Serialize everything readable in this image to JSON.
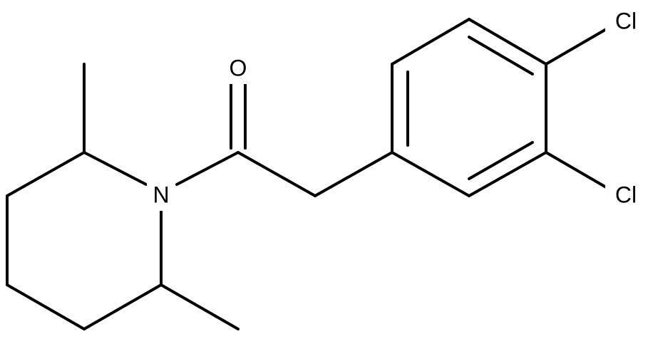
{
  "molecule": {
    "atoms": {
      "oxygen": "O",
      "nitrogen": "N",
      "chlorine_top": "Cl",
      "chlorine_bottom": "Cl"
    },
    "colors": {
      "bond": "#000000",
      "background": "#ffffff"
    }
  }
}
